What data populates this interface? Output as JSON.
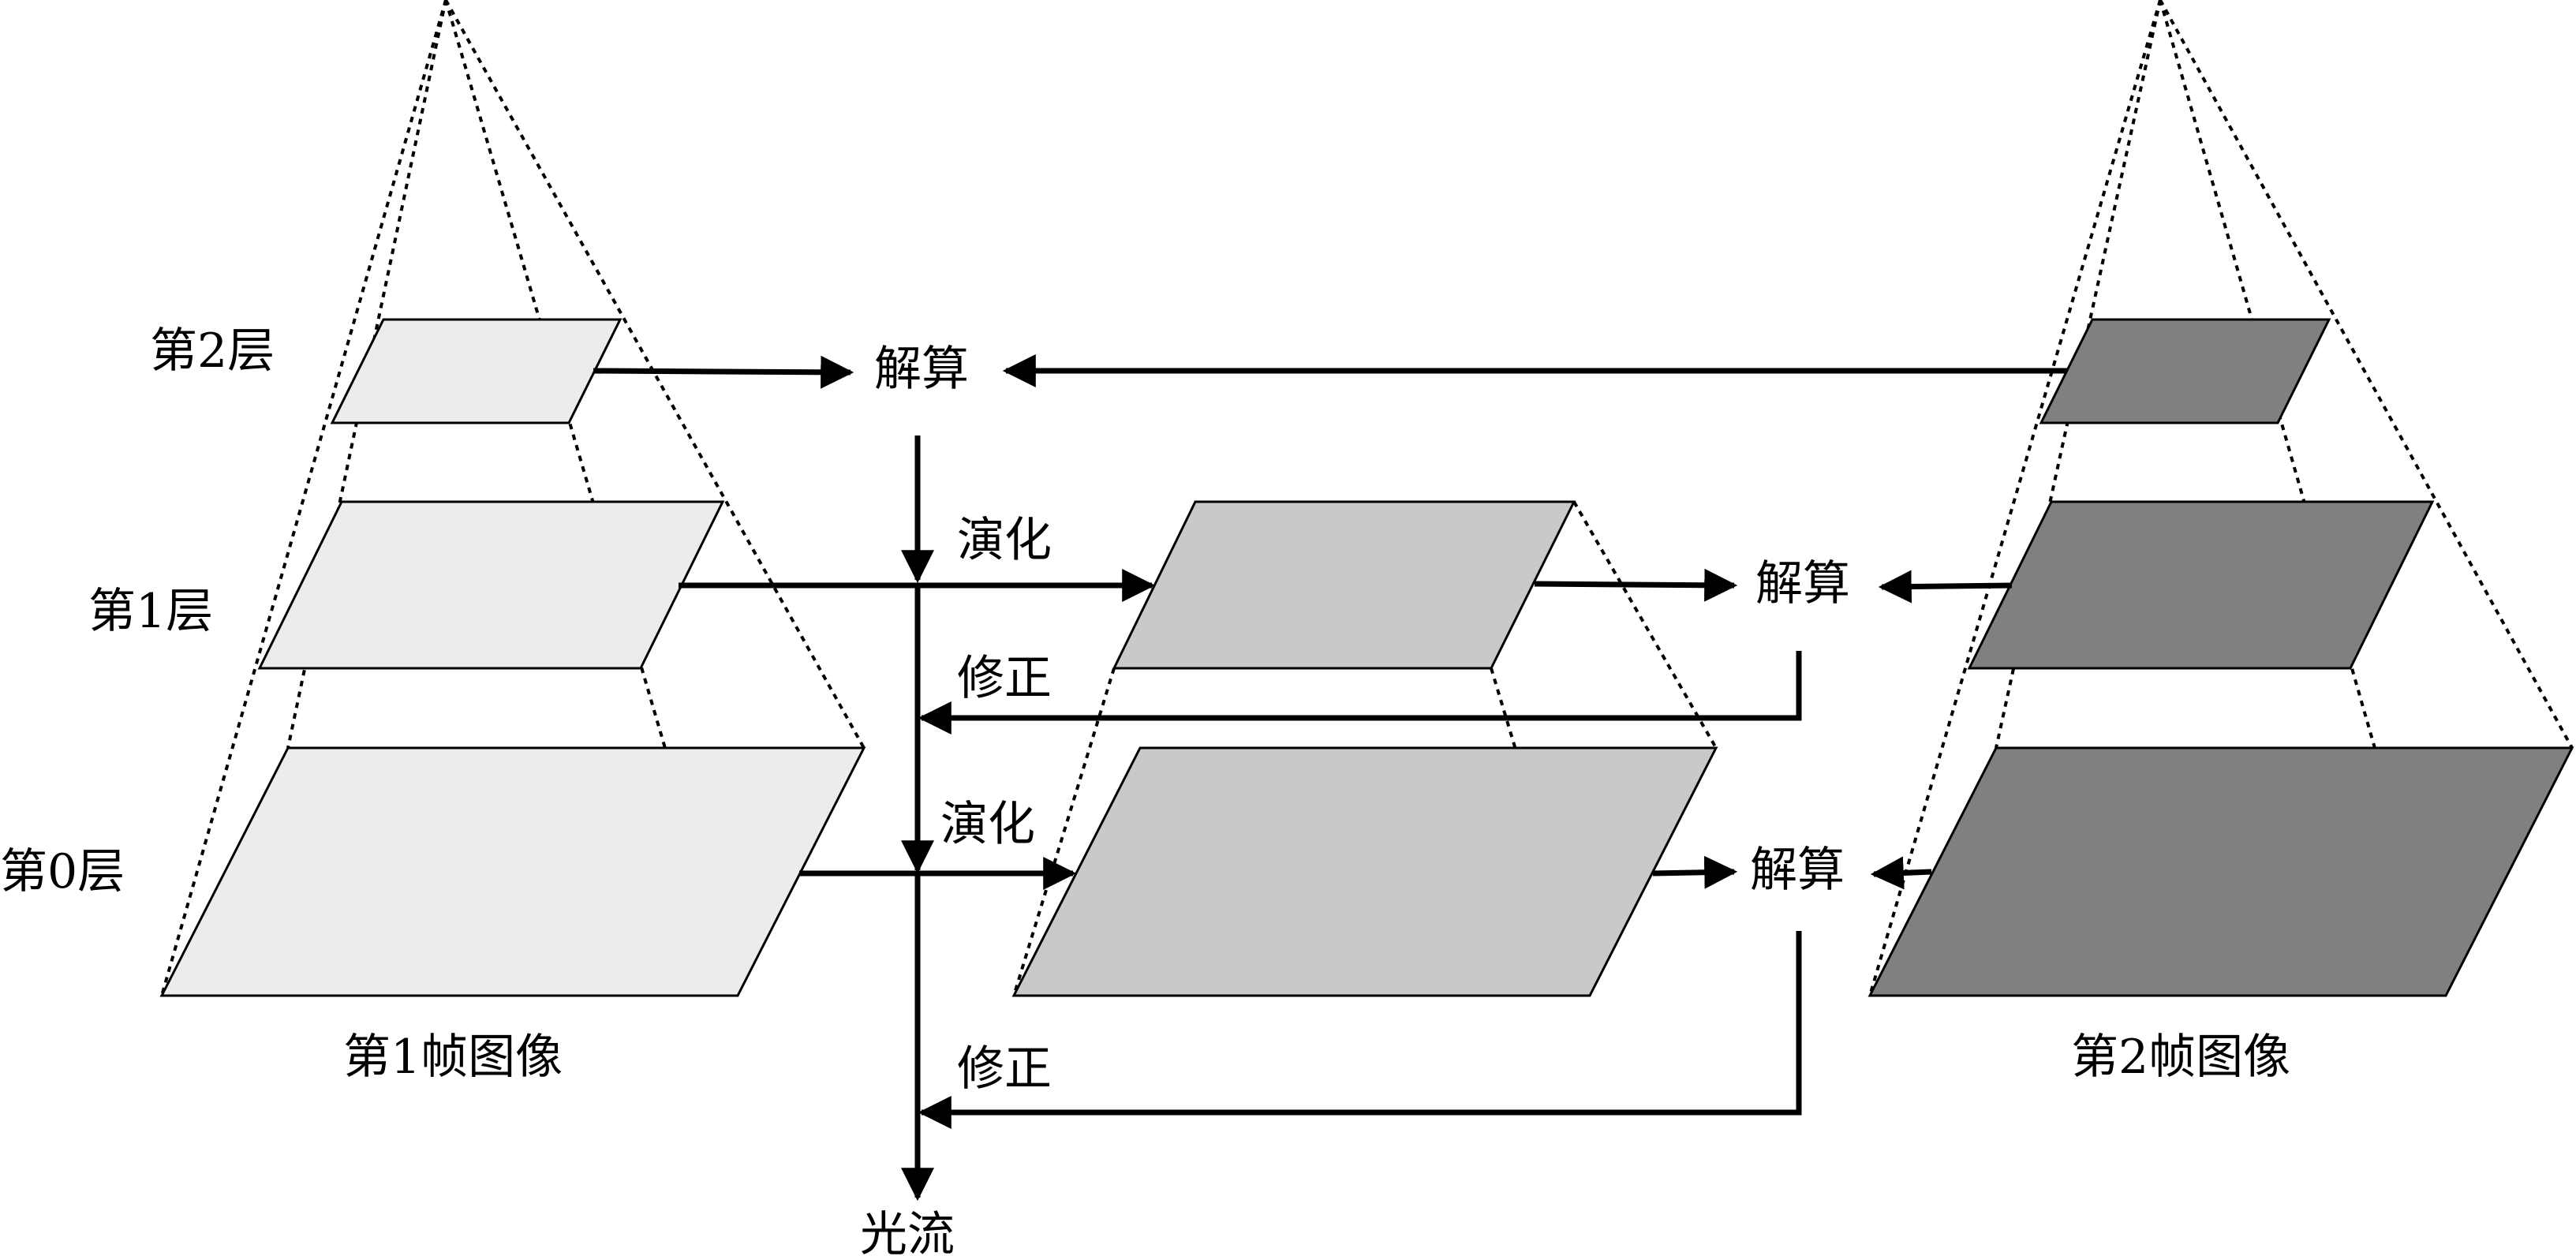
{
  "labels": {
    "layer2": "第2层",
    "layer1": "第1层",
    "layer0": "第0层",
    "frame1": "第1帧图像",
    "frame2": "第2帧图像",
    "solve_top": "解算",
    "solve_mid": "解算",
    "solve_bottom": "解算",
    "evolve_1": "演化",
    "evolve_0": "演化",
    "correct_1": "修正",
    "correct_0": "修正",
    "optical_flow": "光流"
  },
  "colors": {
    "frame1_fill": "#ececec",
    "middle_fill": "#c9c9c9",
    "frame2_fill": "#808080",
    "line": "#000000"
  }
}
